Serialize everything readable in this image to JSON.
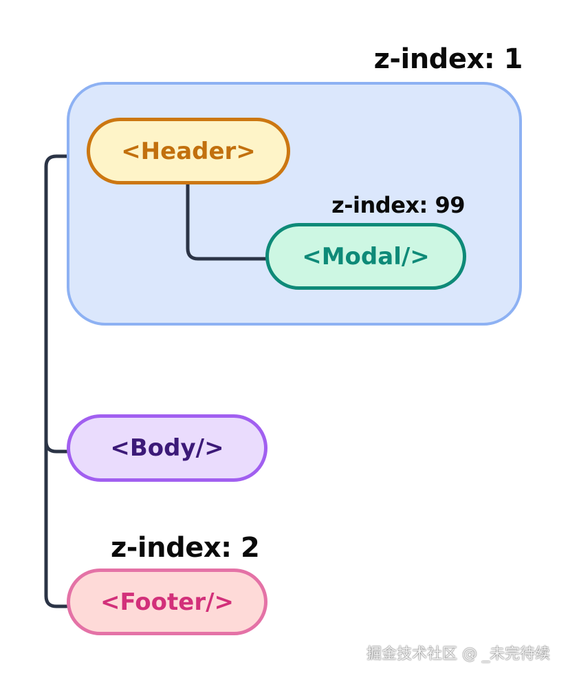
{
  "container": {
    "z_label": "z-index: 1"
  },
  "nodes": {
    "header": {
      "label": "<Header>"
    },
    "modal": {
      "label": "<Modal/>",
      "z_label": "z-index: 99"
    },
    "body": {
      "label": "<Body/>"
    },
    "footer": {
      "label": "<Footer/>",
      "z_label": "z-index: 2"
    }
  },
  "watermark": "掘金技术社区 @ _未完待续",
  "colors": {
    "connector": "#2b3446",
    "container_border": "#8db1f3",
    "container_fill": "#dbe7fc",
    "header_border": "#cc7711",
    "modal_border": "#0e8a78",
    "body_border": "#a15ff0",
    "footer_border": "#e472a6"
  }
}
